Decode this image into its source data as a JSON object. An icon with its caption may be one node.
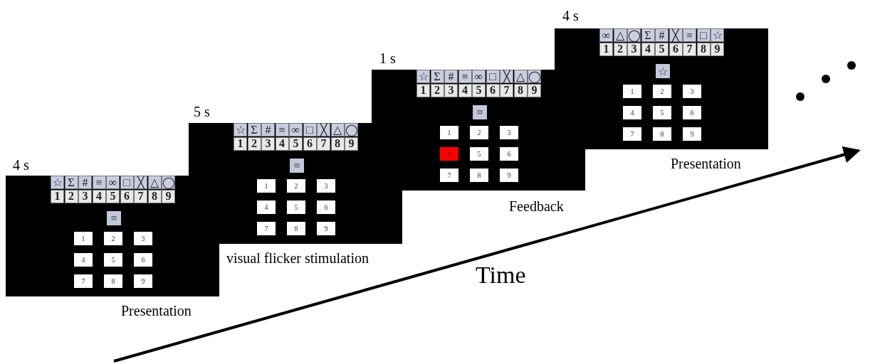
{
  "diagram": {
    "nodes": [
      {
        "text": [],
        "shape": "box",
        "beside": [
          "4 s",
          "Presentation"
        ]
      },
      {
        "text": [
          "≡"
        ],
        "in": 0
      },
      {
        "text": [
          "1"
        ],
        "in": 0
      },
      {
        "text": [
          "2"
        ],
        "in": 0
      },
      {
        "text": [
          "3"
        ],
        "in": 0
      },
      {
        "text": [
          "4"
        ],
        "in": 0
      },
      {
        "text": [
          "5"
        ],
        "in": 0
      },
      {
        "text": [
          "6"
        ],
        "in": 0
      },
      {
        "text": [
          "7"
        ],
        "in": 0
      },
      {
        "text": [
          "8"
        ],
        "in": 0
      },
      {
        "text": [
          "9"
        ],
        "in": 0
      },
      {
        "text": [],
        "shape": "box",
        "beside": [
          "5 s",
          "visual flicker stimulation"
        ]
      },
      {
        "text": [
          "≡"
        ],
        "in": 11
      },
      {
        "text": [
          "1"
        ],
        "in": 11
      },
      {
        "text": [
          "2"
        ],
        "in": 11
      },
      {
        "text": [
          "3"
        ],
        "in": 11
      },
      {
        "text": [
          "4"
        ],
        "in": 11
      },
      {
        "text": [
          "5"
        ],
        "in": 11
      },
      {
        "text": [
          "6"
        ],
        "in": 11
      },
      {
        "text": [
          "7"
        ],
        "in": 11
      },
      {
        "text": [
          "8"
        ],
        "in": 11
      },
      {
        "text": [
          "9"
        ],
        "in": 11
      },
      {
        "text": [],
        "shape": "box",
        "beside": [
          "1 s",
          "Feedback"
        ]
      },
      {
        "text": [
          "≡"
        ],
        "in": 22
      },
      {
        "text": [
          "1"
        ],
        "in": 22
      },
      {
        "text": [
          "2"
        ],
        "in": 22
      },
      {
        "text": [
          "3"
        ],
        "in": 22
      },
      {
        "text": [
          "4"
        ],
        "in": 22
      },
      {
        "text": [
          "5"
        ],
        "in": 22
      },
      {
        "text": [
          "6"
        ],
        "in": 22
      },
      {
        "text": [
          "7"
        ],
        "in": 22
      },
      {
        "text": [
          "8"
        ],
        "in": 22
      },
      {
        "text": [
          "9"
        ],
        "in": 22
      },
      {
        "text": [],
        "shape": "box",
        "beside": [
          "4 s",
          "Presentation"
        ]
      },
      {
        "text": [
          "☆"
        ],
        "in": 33
      },
      {
        "text": [
          "1"
        ],
        "in": 33
      },
      {
        "text": [
          "2"
        ],
        "in": 33
      },
      {
        "text": [
          "3"
        ],
        "in": 33
      },
      {
        "text": [
          "4"
        ],
        "in": 33
      },
      {
        "text": [
          "5"
        ],
        "in": 33
      },
      {
        "text": [
          "6"
        ],
        "in": 33
      },
      {
        "text": [
          "7"
        ],
        "in": 33
      },
      {
        "text": [
          "8"
        ],
        "in": 33
      },
      {
        "text": [
          "9"
        ],
        "in": 33
      }
    ],
    "edges": [],
    "labels": [
      "☆",
      "Σ",
      "#",
      "≡",
      "∞",
      "□",
      "╳",
      "△",
      "◯",
      "1",
      "2",
      "3",
      "4",
      "5",
      "6",
      "7",
      "8",
      "9",
      "☆",
      "Σ",
      "#",
      "≡",
      "∞",
      "□",
      "╳",
      "△",
      "◯",
      "1",
      "2",
      "3",
      "4",
      "5",
      "6",
      "7",
      "8",
      "9",
      "☆",
      "Σ",
      "#",
      "≡",
      "∞",
      "□",
      "╳",
      "△",
      "◯",
      "1",
      "2",
      "3",
      "4",
      "5",
      "6",
      "7",
      "8",
      "9",
      "∞",
      "△",
      "◯",
      "Σ",
      "#",
      "╳",
      "≡",
      "□",
      "☆",
      "1",
      "2",
      "3",
      "4",
      "5",
      "6",
      "7",
      "8",
      "9",
      "Time"
    ]
  }
}
